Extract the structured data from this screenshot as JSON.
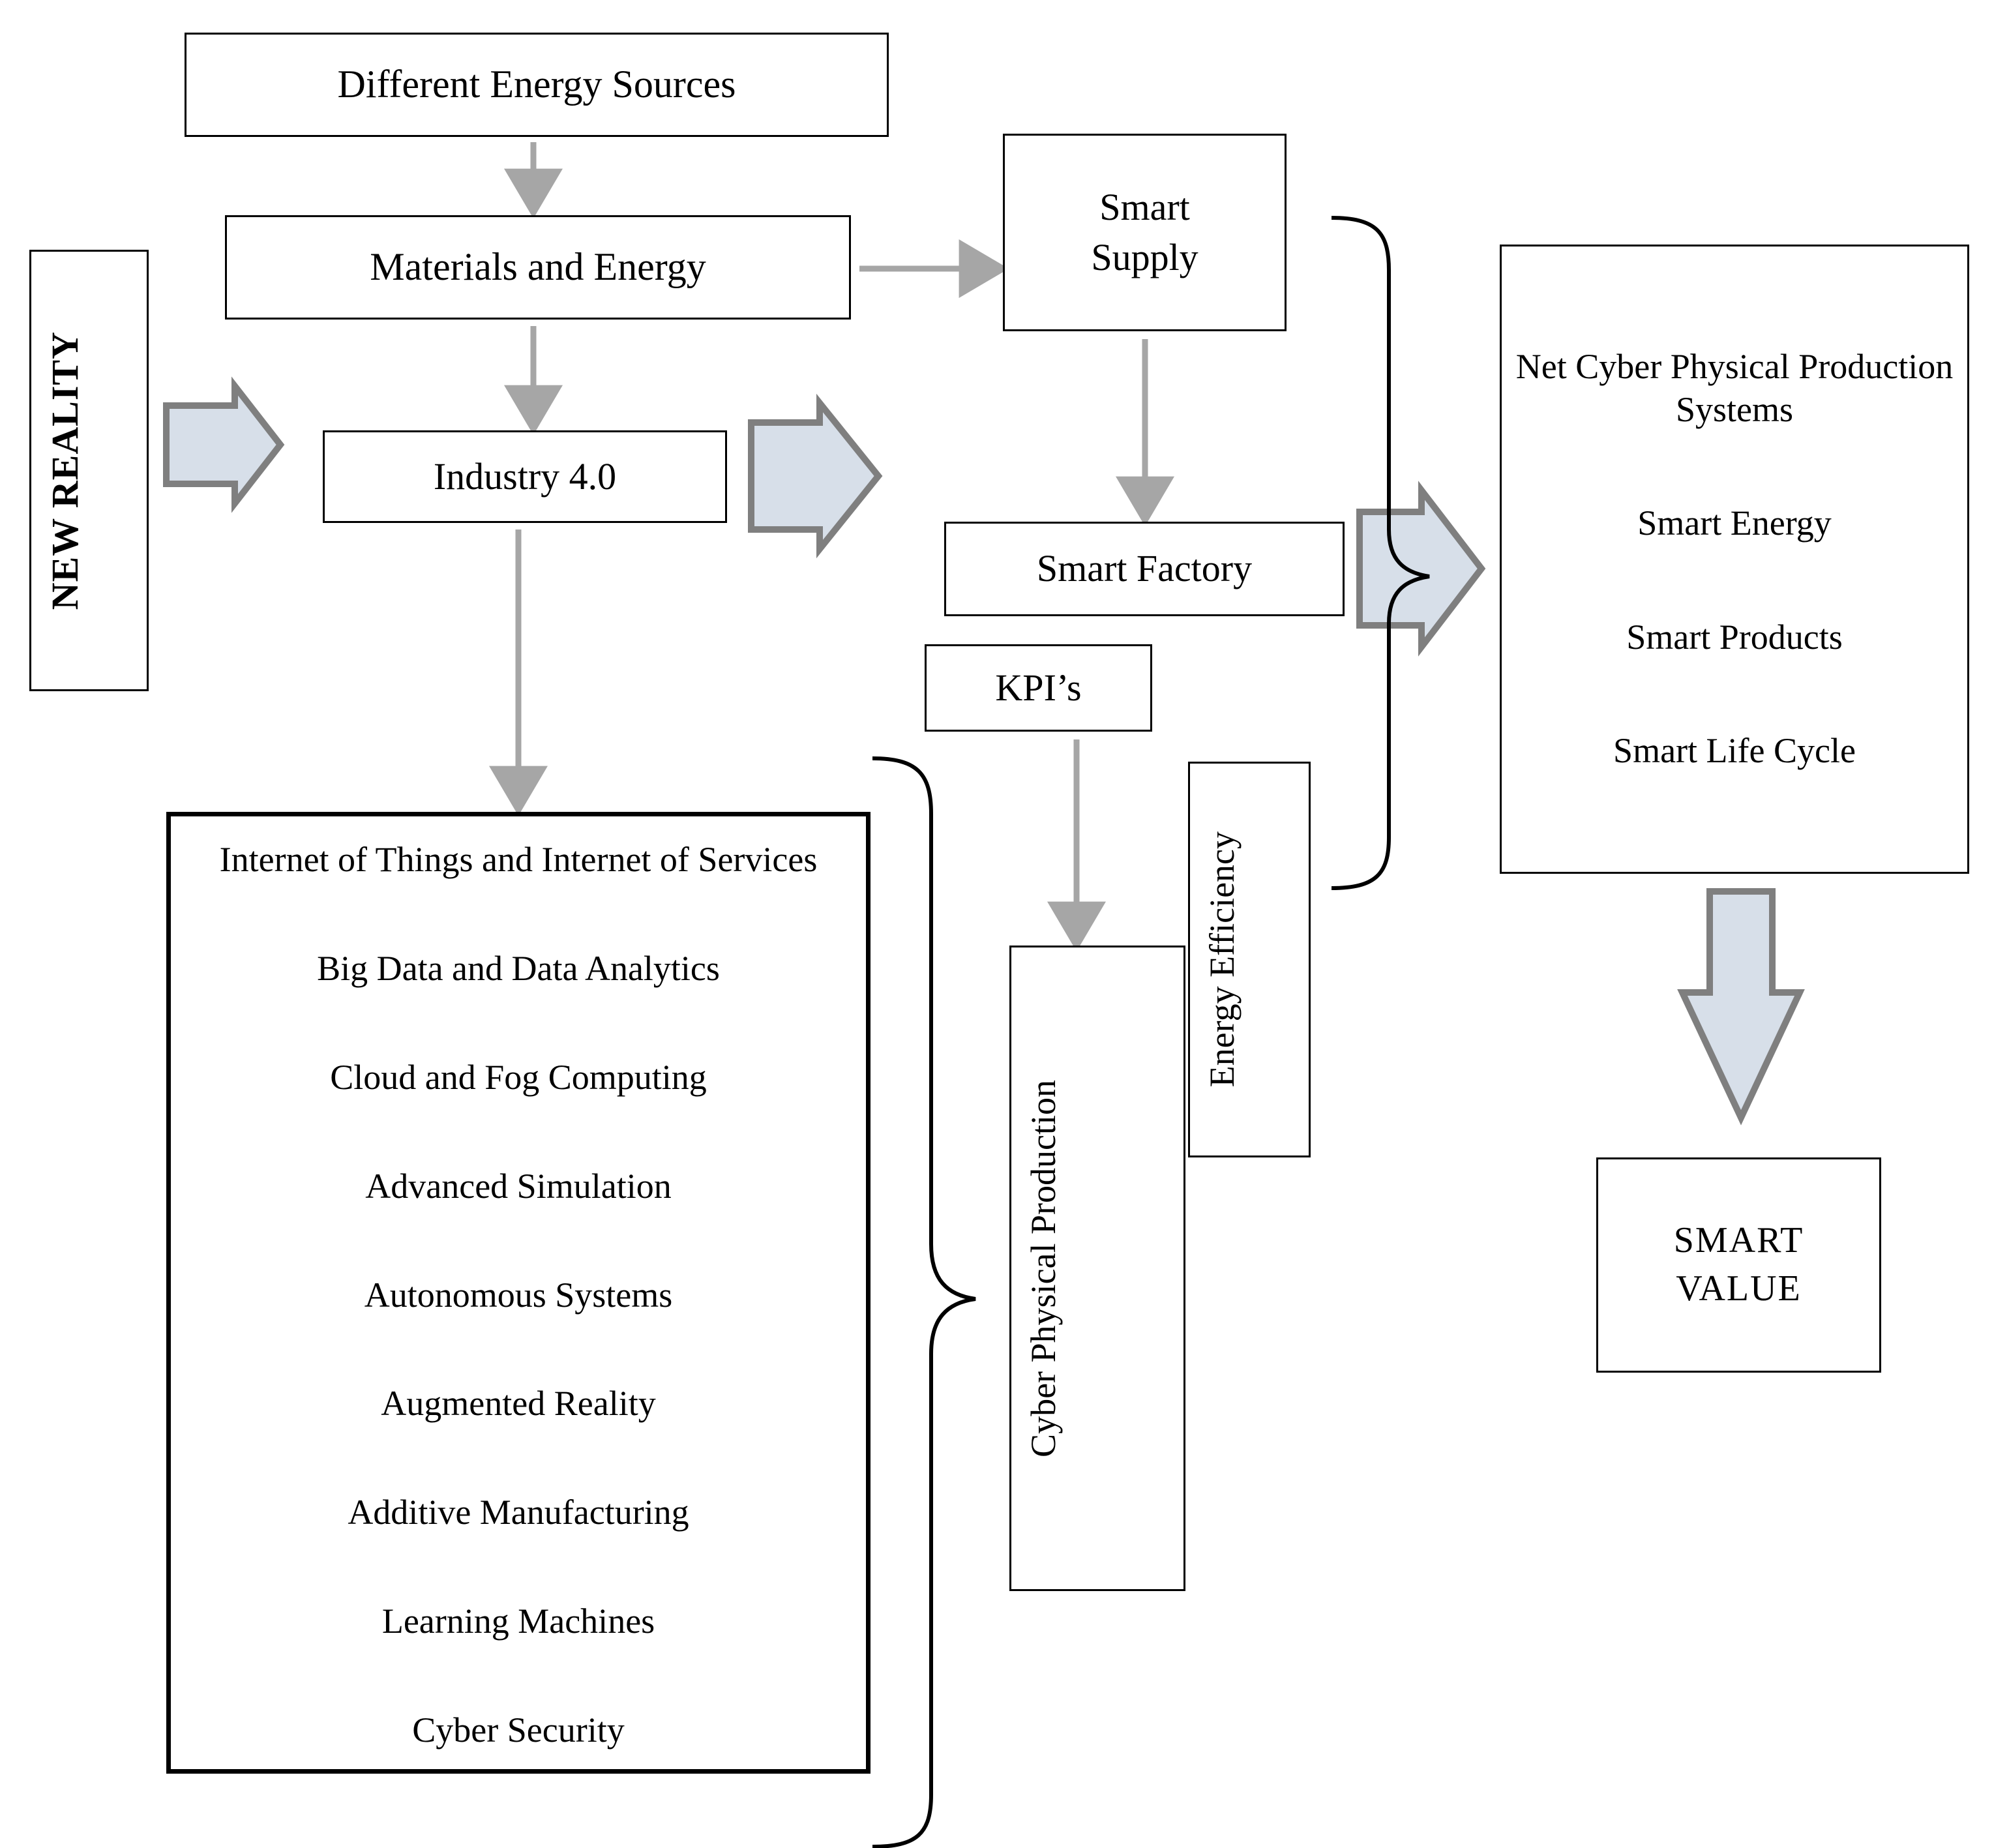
{
  "diagram": {
    "title_flow": "Industry 4.0 smart value creation flow",
    "colors": {
      "block_arrow_fill": "#d7dfe9",
      "block_arrow_stroke": "#7f7f7f",
      "thin_arrow": "#a6a6a6",
      "box_border": "#000000",
      "brace": "#000000",
      "background": "#ffffff"
    }
  },
  "nodes": {
    "energy_sources": {
      "label": "Different Energy Sources"
    },
    "materials_energy": {
      "label": "Materials and Energy"
    },
    "industry40": {
      "label": "Industry 4.0"
    },
    "new_reality": {
      "label": "NEW REALITY"
    },
    "smart_supply": {
      "label": "Smart\nSupply",
      "line1": "Smart",
      "line2": "Supply"
    },
    "smart_factory": {
      "label": "Smart Factory"
    },
    "kpis": {
      "label": "KPI’s"
    },
    "energy_efficiency": {
      "label": "Energy Efficiency"
    },
    "cyber_physical_production": {
      "label": "Cyber Physical Production"
    },
    "smart_value": {
      "line1": "SMART",
      "line2": "VALUE"
    }
  },
  "enablers_box": {
    "items": [
      "Internet of Things and Internet of Services",
      "Big Data and Data Analytics",
      "Cloud and Fog Computing",
      "Advanced Simulation",
      "Autonomous Systems",
      "Augmented Reality",
      "Additive Manufacturing",
      "Learning Machines",
      "Cyber Security"
    ]
  },
  "outcomes_box": {
    "items": [
      "Net Cyber Physical Production Systems",
      "Smart Energy",
      "Smart Products",
      "Smart Life Cycle"
    ]
  },
  "connectors": {
    "arrow_sources_to_materials": "down-arrow-icon",
    "arrow_materials_to_industry": "down-arrow-icon",
    "arrow_materials_to_supply": "right-arrow-icon",
    "arrow_supply_to_factory": "down-arrow-icon",
    "arrow_industry_to_enablers": "down-arrow-icon",
    "arrow_kpis_to_cpp": "down-arrow-icon",
    "block_arrow_into_industry": "block-right-arrow-icon",
    "block_arrow_out_of_industry": "block-right-arrow-icon",
    "block_arrow_to_outcomes": "block-right-arrow-icon",
    "block_arrow_to_smart_value": "block-down-arrow-icon",
    "brace_enablers": "right-curly-brace-icon",
    "brace_outcomes": "right-curly-brace-icon"
  }
}
